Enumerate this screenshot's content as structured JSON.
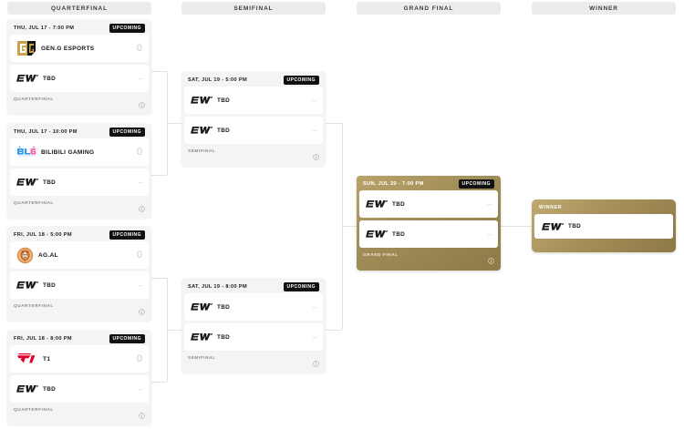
{
  "columns": [
    {
      "id": "quarterfinal",
      "label": "QUARTERFINAL"
    },
    {
      "id": "semifinal",
      "label": "SEMIFINAL"
    },
    {
      "id": "grandfinal",
      "label": "GRAND FINAL"
    },
    {
      "id": "winner",
      "label": "WINNER"
    }
  ],
  "status_badge": "UPCOMING",
  "tbd_name": "TBD",
  "tbd_logo": "ewc-logo-icon",
  "dash": "–",
  "colors": {
    "gold": "#a8925c",
    "badge_bg": "#111111",
    "card_bg": "#f4f4f4",
    "header_bg": "#ececec",
    "line": "#e2e2e2"
  },
  "matches": {
    "qf": [
      {
        "date": "THU, JUL 17 - 7:00 PM",
        "badge": "UPCOMING",
        "round_label": "QUARTERFINAL",
        "teams": [
          {
            "name": "GEN.G ESPORTS",
            "logo": "geng-logo-icon",
            "score": "0"
          },
          {
            "name": "TBD",
            "logo": "ewc-logo-icon",
            "score": "–"
          }
        ]
      },
      {
        "date": "THU, JUL 17 - 10:00 PM",
        "badge": "UPCOMING",
        "round_label": "QUARTERFINAL",
        "teams": [
          {
            "name": "BILIBILI GAMING",
            "logo": "blg-logo-icon",
            "score": "0"
          },
          {
            "name": "TBD",
            "logo": "ewc-logo-icon",
            "score": "–"
          }
        ]
      },
      {
        "date": "FRI, JUL 18 - 5:00 PM",
        "badge": "UPCOMING",
        "round_label": "QUARTERFINAL",
        "teams": [
          {
            "name": "AG.AL",
            "logo": "agal-logo-icon",
            "score": "0"
          },
          {
            "name": "TBD",
            "logo": "ewc-logo-icon",
            "score": "–"
          }
        ]
      },
      {
        "date": "FRI, JUL 18 - 8:00 PM",
        "badge": "UPCOMING",
        "round_label": "QUARTERFINAL",
        "teams": [
          {
            "name": "T1",
            "logo": "t1-logo-icon",
            "score": "0"
          },
          {
            "name": "TBD",
            "logo": "ewc-logo-icon",
            "score": "–"
          }
        ]
      }
    ],
    "sf": [
      {
        "date": "SAT, JUL 19 - 5:00 PM",
        "badge": "UPCOMING",
        "round_label": "SEMIFINAL",
        "teams": [
          {
            "name": "TBD",
            "logo": "ewc-logo-icon",
            "score": "–"
          },
          {
            "name": "TBD",
            "logo": "ewc-logo-icon",
            "score": "–"
          }
        ]
      },
      {
        "date": "SAT, JUL 19 - 8:00 PM",
        "badge": "UPCOMING",
        "round_label": "SEMIFINAL",
        "teams": [
          {
            "name": "TBD",
            "logo": "ewc-logo-icon",
            "score": "–"
          },
          {
            "name": "TBD",
            "logo": "ewc-logo-icon",
            "score": "–"
          }
        ]
      }
    ],
    "gf": {
      "date": "SUN, JUL 20 - 7:00 PM",
      "badge": "UPCOMING",
      "round_label": "GRAND FINAL",
      "teams": [
        {
          "name": "TBD",
          "logo": "ewc-logo-icon",
          "score": "–"
        },
        {
          "name": "TBD",
          "logo": "ewc-logo-icon",
          "score": "–"
        }
      ]
    },
    "winner": {
      "label": "WINNER",
      "team": {
        "name": "TBD",
        "logo": "ewc-logo-icon"
      }
    }
  }
}
